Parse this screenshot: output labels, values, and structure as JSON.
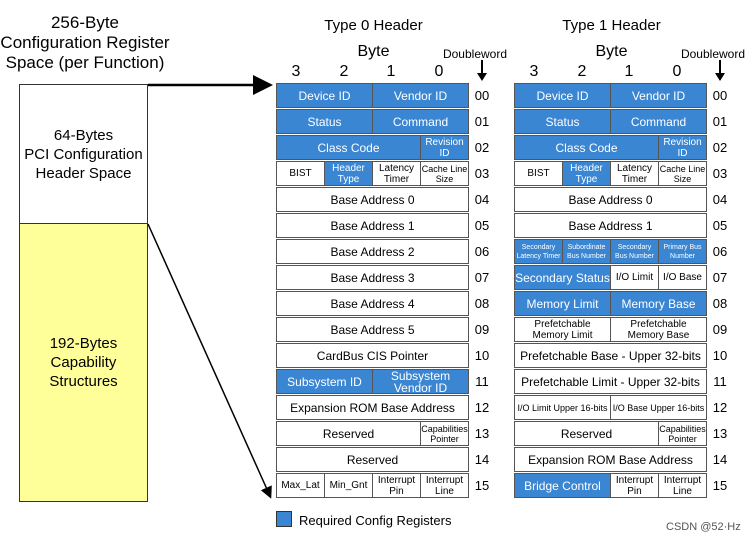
{
  "left": {
    "title_lines": [
      "256-Byte",
      "Configuration Register",
      "Space (per Function)"
    ],
    "pci_header_lines": [
      "64-Bytes",
      "PCI Configuration",
      "Header Space"
    ],
    "capability_lines": [
      "192-Bytes",
      "Capability",
      "Structures"
    ],
    "capability_color": "#ffff99"
  },
  "type0": {
    "title": "Type 0 Header",
    "byte_label": "Byte",
    "byte_numbers": [
      "3",
      "2",
      "1",
      "0"
    ],
    "dw_label": "Doubleword",
    "rows": [
      {
        "dw": "00",
        "cells": [
          {
            "text": "Device ID",
            "span": 2,
            "req": true
          },
          {
            "text": "Vendor ID",
            "span": 2,
            "req": true
          }
        ]
      },
      {
        "dw": "01",
        "cells": [
          {
            "text": "Status",
            "span": 2,
            "req": true
          },
          {
            "text": "Command",
            "span": 2,
            "req": true
          }
        ]
      },
      {
        "dw": "02",
        "cells": [
          {
            "text": "Class Code",
            "span": 3,
            "req": true
          },
          {
            "text": "Revision ID",
            "span": 1,
            "req": true,
            "size": "sm"
          }
        ]
      },
      {
        "dw": "03",
        "cells": [
          {
            "text": "BIST",
            "span": 1,
            "size": "sm"
          },
          {
            "text": "Header Type",
            "span": 1,
            "req": true,
            "size": "sm"
          },
          {
            "text": "Latency Timer",
            "span": 1,
            "size": "sm"
          },
          {
            "text": "Cache Line Size",
            "span": 1,
            "size": "xs"
          }
        ]
      },
      {
        "dw": "04",
        "cells": [
          {
            "text": "Base Address 0",
            "span": 4
          }
        ]
      },
      {
        "dw": "05",
        "cells": [
          {
            "text": "Base Address 1",
            "span": 4
          }
        ]
      },
      {
        "dw": "06",
        "cells": [
          {
            "text": "Base Address 2",
            "span": 4
          }
        ]
      },
      {
        "dw": "07",
        "cells": [
          {
            "text": "Base Address 3",
            "span": 4
          }
        ]
      },
      {
        "dw": "08",
        "cells": [
          {
            "text": "Base Address 4",
            "span": 4
          }
        ]
      },
      {
        "dw": "09",
        "cells": [
          {
            "text": "Base Address 5",
            "span": 4
          }
        ]
      },
      {
        "dw": "10",
        "cells": [
          {
            "text": "CardBus CIS Pointer",
            "span": 4
          }
        ]
      },
      {
        "dw": "11",
        "cells": [
          {
            "text": "Subsystem ID",
            "span": 2,
            "req": true
          },
          {
            "text": "Subsystem Vendor ID",
            "span": 2,
            "req": true
          }
        ]
      },
      {
        "dw": "12",
        "cells": [
          {
            "text": "Expansion ROM Base Address",
            "span": 4
          }
        ]
      },
      {
        "dw": "13",
        "cells": [
          {
            "text": "Reserved",
            "span": 3
          },
          {
            "text": "Capabilities Pointer",
            "span": 1,
            "size": "xs"
          }
        ]
      },
      {
        "dw": "14",
        "cells": [
          {
            "text": "Reserved",
            "span": 4
          }
        ]
      },
      {
        "dw": "15",
        "cells": [
          {
            "text": "Max_Lat",
            "span": 1,
            "size": "sm"
          },
          {
            "text": "Min_Gnt",
            "span": 1,
            "size": "sm"
          },
          {
            "text": "Interrupt Pin",
            "span": 1,
            "size": "sm"
          },
          {
            "text": "Interrupt Line",
            "span": 1,
            "size": "sm"
          }
        ]
      }
    ]
  },
  "type1": {
    "title": "Type 1 Header",
    "byte_label": "Byte",
    "byte_numbers": [
      "3",
      "2",
      "1",
      "0"
    ],
    "dw_label": "Doubleword",
    "rows": [
      {
        "dw": "00",
        "cells": [
          {
            "text": "Device ID",
            "span": 2,
            "req": true
          },
          {
            "text": "Vendor ID",
            "span": 2,
            "req": true
          }
        ]
      },
      {
        "dw": "01",
        "cells": [
          {
            "text": "Status",
            "span": 2,
            "req": true
          },
          {
            "text": "Command",
            "span": 2,
            "req": true
          }
        ]
      },
      {
        "dw": "02",
        "cells": [
          {
            "text": "Class Code",
            "span": 3,
            "req": true
          },
          {
            "text": "Revision ID",
            "span": 1,
            "req": true,
            "size": "sm"
          }
        ]
      },
      {
        "dw": "03",
        "cells": [
          {
            "text": "BIST",
            "span": 1,
            "size": "sm"
          },
          {
            "text": "Header Type",
            "span": 1,
            "req": true,
            "size": "sm"
          },
          {
            "text": "Latency Timer",
            "span": 1,
            "size": "sm"
          },
          {
            "text": "Cache Line Size",
            "span": 1,
            "size": "xs"
          }
        ]
      },
      {
        "dw": "04",
        "cells": [
          {
            "text": "Base Address 0",
            "span": 4
          }
        ]
      },
      {
        "dw": "05",
        "cells": [
          {
            "text": "Base Address 1",
            "span": 4
          }
        ]
      },
      {
        "dw": "06",
        "cells": [
          {
            "text": "Secondary Latency Timer",
            "span": 1,
            "req": true,
            "size": "tiny"
          },
          {
            "text": "Subordinate Bus Number",
            "span": 1,
            "req": true,
            "size": "tiny"
          },
          {
            "text": "Secondary Bus Number",
            "span": 1,
            "req": true,
            "size": "tiny"
          },
          {
            "text": "Primary Bus Number",
            "span": 1,
            "req": true,
            "size": "tiny"
          }
        ]
      },
      {
        "dw": "07",
        "cells": [
          {
            "text": "Secondary Status",
            "span": 2,
            "req": true
          },
          {
            "text": "I/O Limit",
            "span": 1,
            "size": "sm"
          },
          {
            "text": "I/O Base",
            "span": 1,
            "size": "sm"
          }
        ]
      },
      {
        "dw": "08",
        "cells": [
          {
            "text": "Memory Limit",
            "span": 2,
            "req": true
          },
          {
            "text": "Memory Base",
            "span": 2,
            "req": true
          }
        ]
      },
      {
        "dw": "09",
        "cells": [
          {
            "text": "Prefetchable Memory Limit",
            "span": 2,
            "size": "sm"
          },
          {
            "text": "Prefetchable Memory Base",
            "span": 2,
            "size": "sm"
          }
        ]
      },
      {
        "dw": "10",
        "cells": [
          {
            "text": "Prefetchable Base - Upper 32-bits",
            "span": 4
          }
        ]
      },
      {
        "dw": "11",
        "cells": [
          {
            "text": "Prefetchable Limit - Upper 32-bits",
            "span": 4
          }
        ]
      },
      {
        "dw": "12",
        "cells": [
          {
            "text": "I/O Limit Upper 16-bits",
            "span": 2,
            "size": "xs"
          },
          {
            "text": "I/O Base Upper 16-bits",
            "span": 2,
            "size": "xs"
          }
        ]
      },
      {
        "dw": "13",
        "cells": [
          {
            "text": "Reserved",
            "span": 3
          },
          {
            "text": "Capabilities Pointer",
            "span": 1,
            "size": "xs"
          }
        ]
      },
      {
        "dw": "14",
        "cells": [
          {
            "text": "Expansion ROM Base Address",
            "span": 4
          }
        ]
      },
      {
        "dw": "15",
        "cells": [
          {
            "text": "Bridge Control",
            "span": 2,
            "req": true
          },
          {
            "text": "Interrupt Pin",
            "span": 1,
            "size": "sm"
          },
          {
            "text": "Interrupt Line",
            "span": 1,
            "size": "sm"
          }
        ]
      }
    ]
  },
  "legend": {
    "label": "Required Config Registers",
    "color": "#3a86d2"
  },
  "watermark": "CSDN @52·Hz"
}
